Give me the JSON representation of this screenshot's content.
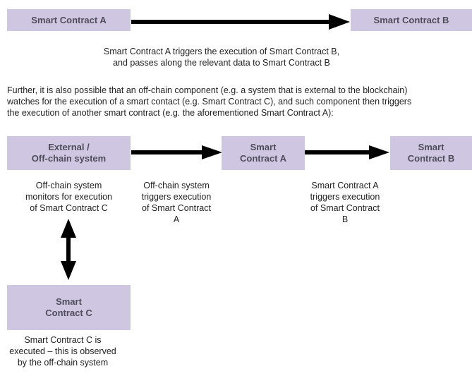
{
  "top": {
    "contract_a": "Smart Contract A",
    "contract_b": "Smart Contract B",
    "caption": "Smart Contract A triggers the execution of Smart Contract B,\nand passes along the relevant data to Smart Contract B"
  },
  "paragraph": "Further, it is also possible that an off-chain component (e.g. a system that is external to the blockchain)\nwatches for the execution of a smart contact (e.g. Smart Contract C), and such component then triggers\nthe execution of another smart contract (e.g. the aforementioned Smart Contract A):",
  "bottom": {
    "offchain_box": "External /\nOff-chain system",
    "contract_a": "Smart\nContract A",
    "contract_b": "Smart\nContract B",
    "contract_c": "Smart\nContract C",
    "offchain_caption": "Off-chain system\nmonitors for execution\nof Smart Contract C",
    "trigger_a_caption": "Off-chain system\ntriggers execution\nof Smart Contract\nA",
    "trigger_b_caption": "Smart Contract A\ntriggers execution\nof Smart Contract\nB",
    "contract_c_caption": "Smart Contract C is\nexecuted – this is observed\nby the off-chain system"
  },
  "colors": {
    "box_fill": "#cfc7e2",
    "box_text": "#4f4c5a",
    "arrow": "#000000"
  }
}
